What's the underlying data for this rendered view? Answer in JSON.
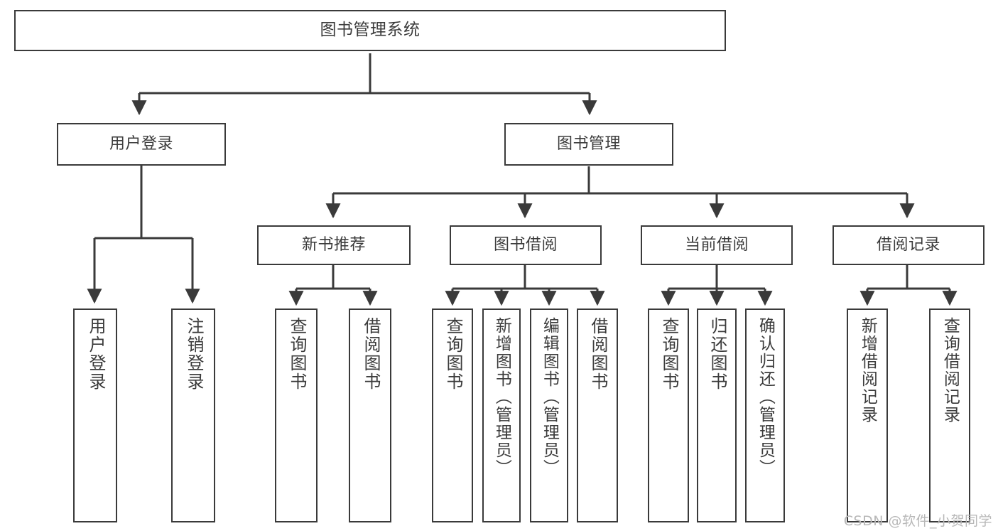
{
  "diagram": {
    "title": "图书管理系统",
    "type": "tree",
    "watermark": "CSDN @软件_小贺同学",
    "colors": {
      "border": "#3a3a3a",
      "background": "#ffffff",
      "text": "#3b3b3b",
      "connector": "#3a3a3a",
      "watermark": "#b8b8b8"
    },
    "nodes": {
      "root": {
        "label": "图书管理系统"
      },
      "level2": [
        {
          "label": "用户登录"
        },
        {
          "label": "图书管理"
        }
      ],
      "level3": [
        {
          "label": "新书推荐"
        },
        {
          "label": "图书借阅"
        },
        {
          "label": "当前借阅"
        },
        {
          "label": "借阅记录"
        }
      ],
      "leaves": {
        "user_login": [
          {
            "label": "用户登录"
          },
          {
            "label": "注销登录"
          }
        ],
        "new_book_recommend": [
          {
            "label": "查询图书"
          },
          {
            "label": "借阅图书"
          }
        ],
        "book_borrow": [
          {
            "label": "查询图书"
          },
          {
            "label": "新增图书（管理员）"
          },
          {
            "label": "编辑图书（管理员）"
          },
          {
            "label": "借阅图书"
          }
        ],
        "current_borrow": [
          {
            "label": "查询图书"
          },
          {
            "label": "归还图书"
          },
          {
            "label": "确认归还（管理员）"
          }
        ],
        "borrow_records": [
          {
            "label": "新增借阅记录"
          },
          {
            "label": "查询借阅记录"
          }
        ]
      }
    },
    "edges": [
      {
        "from": "图书管理系统",
        "to": "用户登录"
      },
      {
        "from": "图书管理系统",
        "to": "图书管理"
      },
      {
        "from": "用户登录",
        "to": "用户登录"
      },
      {
        "from": "用户登录",
        "to": "注销登录"
      },
      {
        "from": "图书管理",
        "to": "新书推荐"
      },
      {
        "from": "图书管理",
        "to": "图书借阅"
      },
      {
        "from": "图书管理",
        "to": "当前借阅"
      },
      {
        "from": "图书管理",
        "to": "借阅记录"
      },
      {
        "from": "新书推荐",
        "to": "查询图书"
      },
      {
        "from": "新书推荐",
        "to": "借阅图书"
      },
      {
        "from": "图书借阅",
        "to": "查询图书"
      },
      {
        "from": "图书借阅",
        "to": "新增图书（管理员）"
      },
      {
        "from": "图书借阅",
        "to": "编辑图书（管理员）"
      },
      {
        "from": "图书借阅",
        "to": "借阅图书"
      },
      {
        "from": "当前借阅",
        "to": "查询图书"
      },
      {
        "from": "当前借阅",
        "to": "归还图书"
      },
      {
        "from": "当前借阅",
        "to": "确认归还（管理员）"
      },
      {
        "from": "借阅记录",
        "to": "新增借阅记录"
      },
      {
        "from": "借阅记录",
        "to": "查询借阅记录"
      }
    ]
  }
}
